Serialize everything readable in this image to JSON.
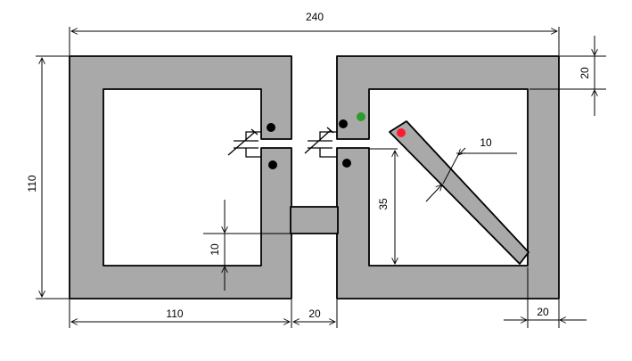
{
  "colors": {
    "background": "#ffffff",
    "metal": "#a9a9a9",
    "outline": "#000000",
    "feed_green": "#2e9a2e",
    "feed_red": "#ff1a2e"
  },
  "dimensions": {
    "overall_width": "240",
    "overall_height": "110",
    "top_strip_width": "20",
    "left_square_width": "110",
    "gap_width": "20",
    "right_strip_width": "20",
    "bar_height": "10",
    "diagonal_width": "10",
    "inner_height": "35"
  },
  "components": {
    "capacitor_symbol": "variable-capacitor-icon",
    "terminal_dot": "terminal-dot"
  }
}
